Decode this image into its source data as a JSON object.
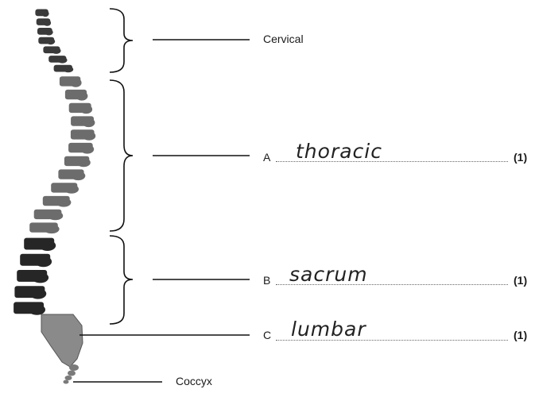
{
  "labels": {
    "cervical": "Cervical",
    "coccyx": "Coccyx"
  },
  "questions": [
    {
      "letter": "A",
      "answer": "thoracic",
      "marks": "(1)"
    },
    {
      "letter": "B",
      "answer": "sacrum",
      "marks": "(1)"
    },
    {
      "letter": "C",
      "answer": "lumbar",
      "marks": "(1)"
    }
  ],
  "colors": {
    "cervical": "#3a3a3a",
    "thoracic": "#6c6c6c",
    "lumbar": "#262626",
    "sacrum": "#8a8a8a",
    "coccyx": "#7a7a7a",
    "lines": "#111111"
  }
}
